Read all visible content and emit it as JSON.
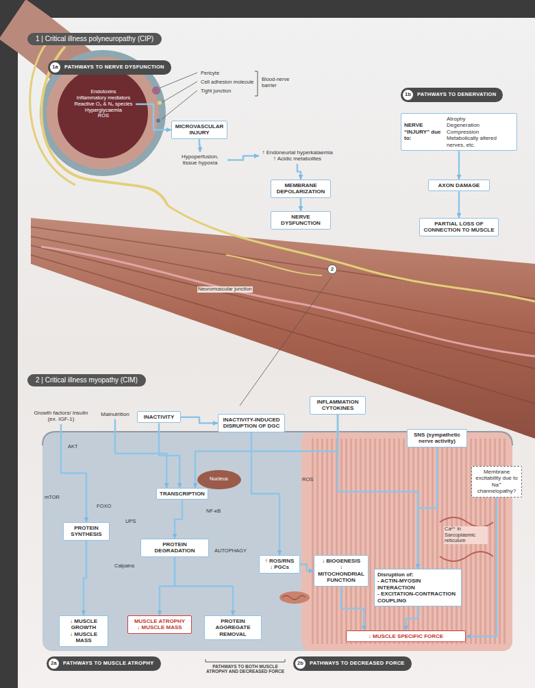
{
  "diagram": {
    "nodes": [
      {
        "text": [
          "1 | Critical illness polyneuropathy (CIP)"
        ]
      },
      {
        "text": [
          "1a",
          "PATHWAYS TO NERVE DYSFUNCTION"
        ]
      },
      {
        "text": [
          "1b",
          "PATHWAYS TO DENERVATION"
        ]
      },
      {
        "text": [
          "Endotoxins",
          "Inflammatory mediators",
          "Reactive O₂ & N₂ species",
          "Hyperglycaemia",
          "ROS"
        ]
      },
      {
        "text": [
          "MICROVASCULAR INJURY"
        ]
      },
      {
        "text": [
          "Hypoperfusion, tissue hypoxia"
        ]
      },
      {
        "text": [
          "↑ Endoneurial hyperkalaemia",
          "↑ Acidic metabolites"
        ]
      },
      {
        "text": [
          "MEMBRANE DEPOLARIZATION"
        ]
      },
      {
        "text": [
          "NERVE DYSFUNCTION"
        ]
      },
      {
        "text": [
          "NERVE “INJURY” due to:",
          "Atrophy",
          "Degeneration",
          "Compression",
          "Metabolically altered nerves, etc."
        ]
      },
      {
        "text": [
          "AXON DAMAGE"
        ]
      },
      {
        "text": [
          "PARTIAL LOSS OF CONNECTION TO MUSCLE"
        ]
      },
      {
        "text": [
          "2 | Critical illness myopathy (CIM)"
        ]
      },
      {
        "text": [
          "Growth factors/ insulin (ex. IGF-1)"
        ]
      },
      {
        "text": [
          "Malnutrition"
        ]
      },
      {
        "text": [
          "INACTIVITY"
        ]
      },
      {
        "text": [
          "INACTIVITY-INDUCED DISRUPTION OF DGC"
        ]
      },
      {
        "text": [
          "INFLAMMATION CYTOKINES"
        ]
      },
      {
        "text": [
          "SNS (sympathetic nerve activity)"
        ]
      },
      {
        "text": [
          "Membrane excitability due to Na⁺ channelopathy?"
        ]
      },
      {
        "text": [
          "PROTEIN SYNTHESIS"
        ]
      },
      {
        "text": [
          "TRANSCRIPTION"
        ]
      },
      {
        "text": [
          "PROTEIN DEGRADATION"
        ]
      },
      {
        "text": [
          "↑ ROS/RNS",
          "↓ PGCs"
        ]
      },
      {
        "text": [
          "↓ BIOGENESIS",
          "↓ MITOCHONDRIAL FUNCTION"
        ]
      },
      {
        "text": [
          "Disruption of:",
          "- ACTIN-MYOSIN INTERACTION",
          "- EXCITATION-CONTRACTION COUPLING"
        ]
      },
      {
        "text": [
          "↓ MUSCLE SPECIFIC FORCE"
        ]
      },
      {
        "text": [
          "↓ MUSCLE GROWTH",
          "↓ MUSCLE MASS"
        ]
      },
      {
        "text": [
          "MUSCLE ATROPHY",
          "↓ MUSCLE MASS"
        ]
      },
      {
        "text": [
          "PROTEIN AGGREGATE REMOVAL"
        ]
      },
      {
        "text": [
          "2a",
          "PATHWAYS TO MUSCLE ATROPHY"
        ]
      },
      {
        "text": [
          "2b",
          "PATHWAYS TO DECREASED FORCE"
        ]
      }
    ],
    "edges": [
      {
        "from": 3,
        "to": 4,
        "arrow": "to"
      },
      {
        "from": 4,
        "to": 5,
        "arrow": "to"
      },
      {
        "from": 5,
        "to": 6,
        "arrow": "to"
      },
      {
        "from": 6,
        "to": 7,
        "arrow": "to"
      },
      {
        "from": 7,
        "to": 8,
        "arrow": "to"
      },
      {
        "from": 9,
        "to": 10,
        "arrow": "to"
      },
      {
        "from": 10,
        "to": 11,
        "arrow": "to"
      },
      {
        "from": 13,
        "to": 20,
        "arrow": "to"
      },
      {
        "from": 20,
        "to": 27,
        "arrow": "to"
      },
      {
        "from": 14,
        "to": 21,
        "arrow": "to"
      },
      {
        "from": 15,
        "to": 21,
        "arrow": "to"
      },
      {
        "from": 17,
        "to": 21,
        "arrow": "to"
      },
      {
        "from": 15,
        "to": 16,
        "arrow": "to"
      },
      {
        "from": 21,
        "to": 22,
        "arrow": "to"
      },
      {
        "from": 22,
        "to": 28,
        "arrow": "to"
      },
      {
        "from": 22,
        "to": 29,
        "arrow": "to"
      },
      {
        "from": 16,
        "to": 23,
        "arrow": "to"
      },
      {
        "from": 23,
        "to": 24,
        "arrow": "to"
      },
      {
        "from": 24,
        "to": 26,
        "arrow": "to"
      },
      {
        "from": 17,
        "to": 25,
        "arrow": "to"
      },
      {
        "from": 18,
        "to": 25,
        "arrow": "to"
      },
      {
        "from": 25,
        "to": 26,
        "arrow": "to"
      },
      {
        "from": 19,
        "to": 26,
        "arrow": "to"
      }
    ],
    "labels": [
      "Pericyte",
      "Cell adhesion molecule",
      "Tight junction",
      "Blood-nerve barrier",
      "Neuromuscular junction",
      "2",
      "Nucleus",
      "AKT",
      "mTOR",
      "FOXO",
      "NF-κB",
      "ROS",
      "UPS",
      "Calpains",
      "AUTOPHAGY",
      "Ca²⁺ in Sarcoplasmic reticulum",
      "PATHWAYS TO BOTH MUSCLE ATROPHY AND DECREASED FORCE"
    ]
  }
}
